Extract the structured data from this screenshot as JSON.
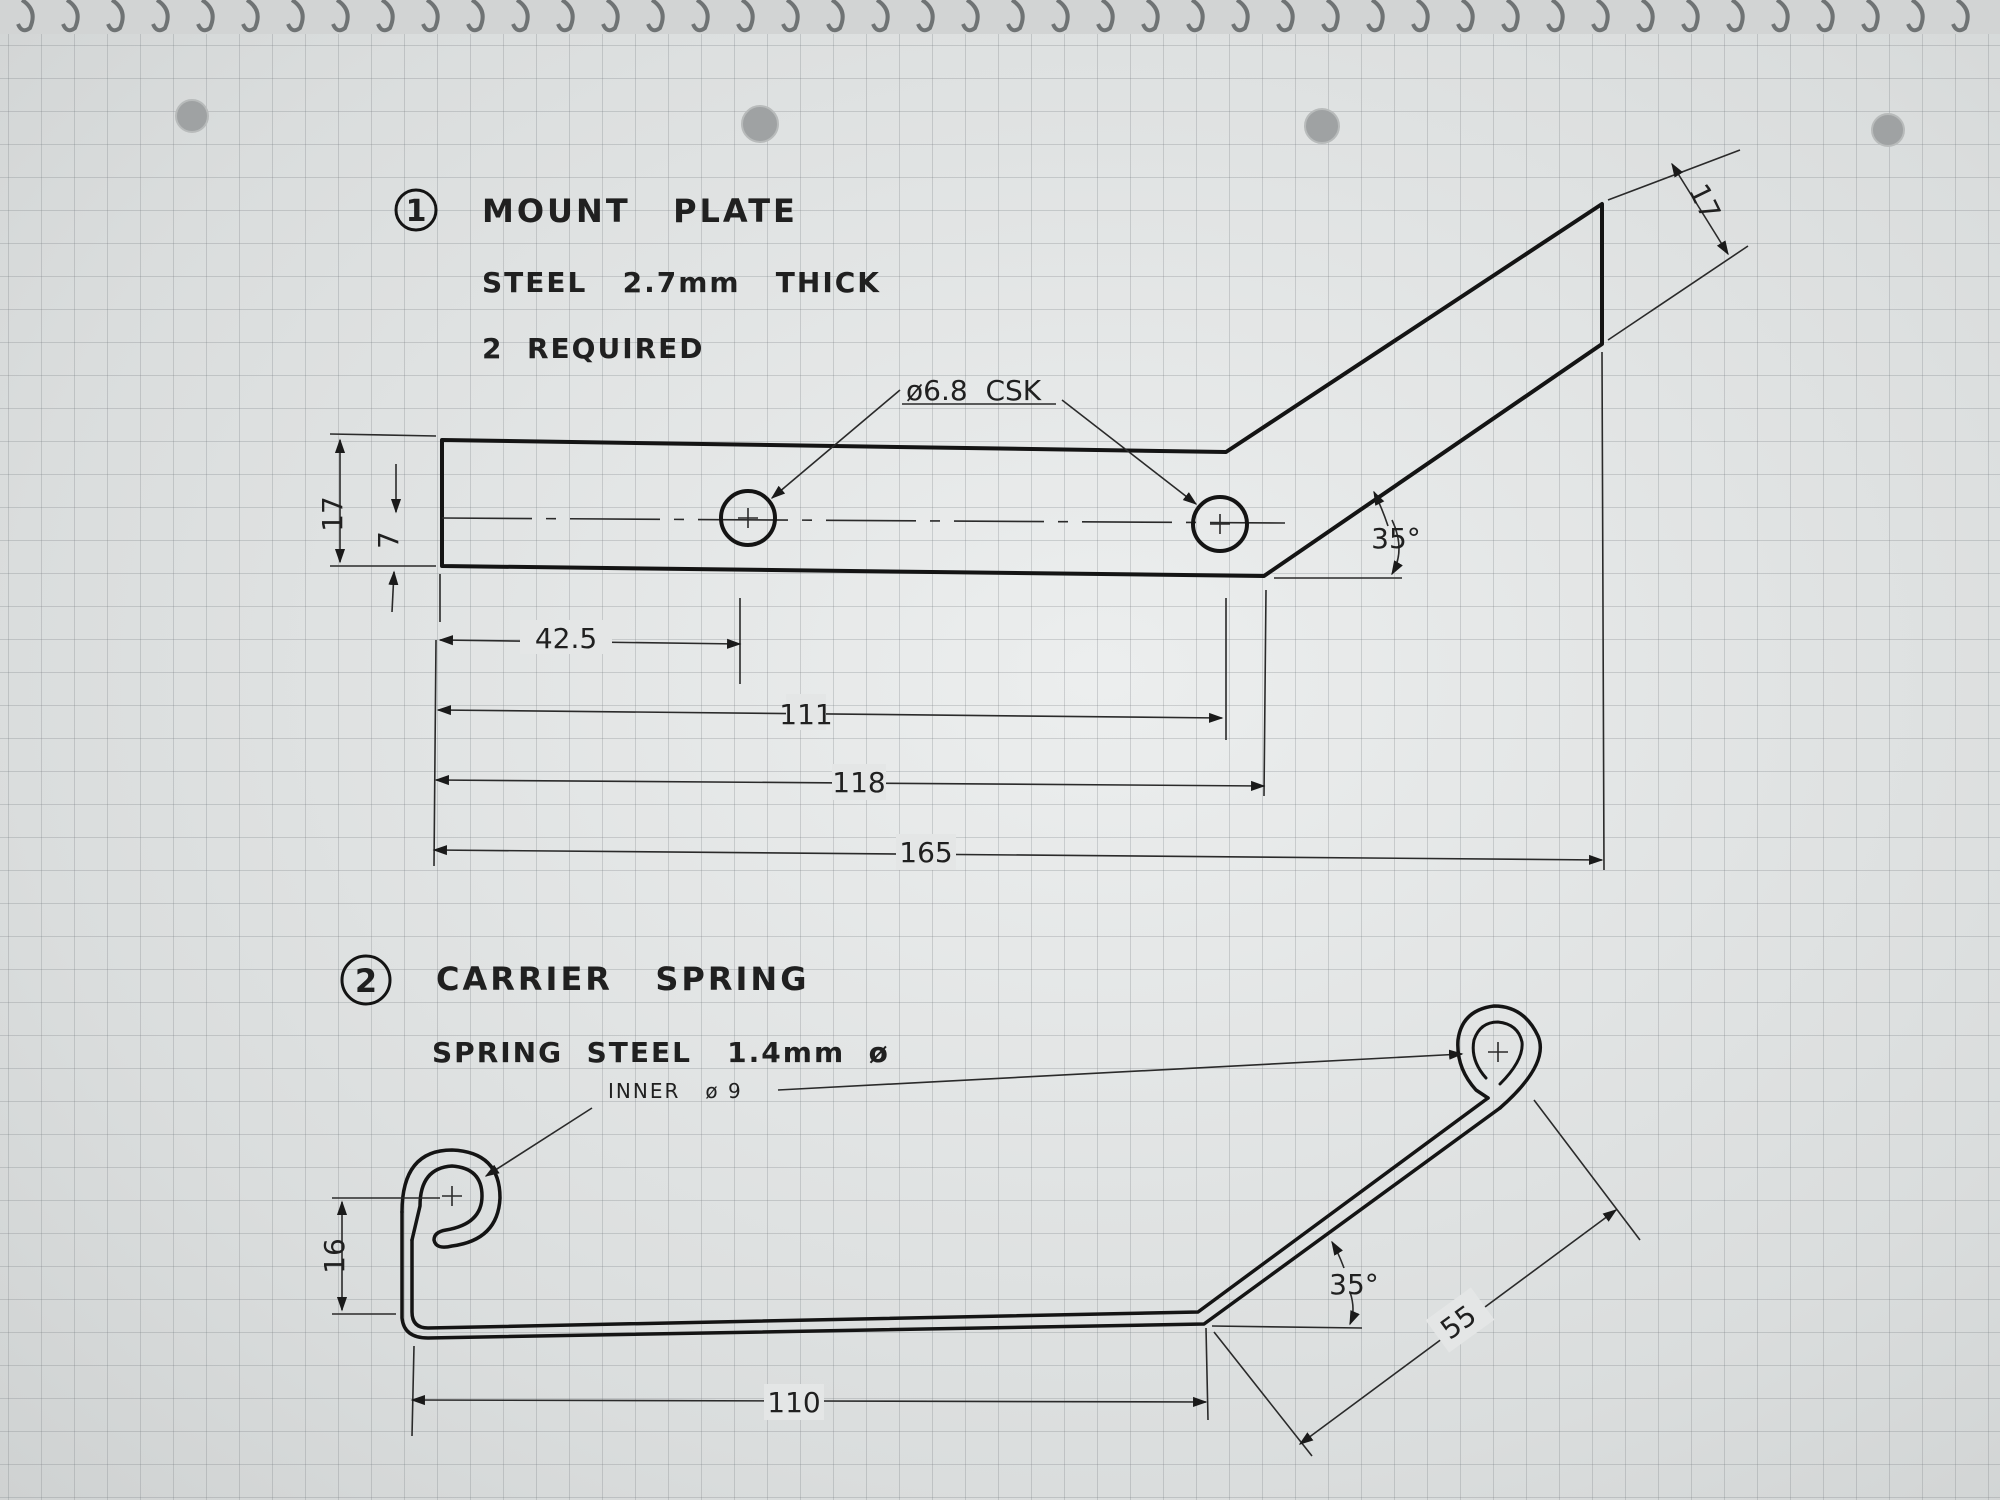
{
  "part1": {
    "number": "1",
    "title": "MOUNT   PLATE",
    "material": "STEEL   2.7mm   THICK",
    "quantity": "2  REQUIRED",
    "hole_label": "ø6.8  CSK",
    "dims": {
      "height": "17",
      "hole_offset": "7",
      "hole1": "42.5",
      "hole2": "111",
      "bend": "118",
      "overall": "165",
      "tab_width": "17",
      "angle": "35°"
    }
  },
  "part2": {
    "number": "2",
    "title": "CARRIER   SPRING",
    "material": "SPRING  STEEL   1.4mm  ø",
    "eye_label": "INNER   ø 9",
    "dims": {
      "height": "16",
      "length": "110",
      "angle": "35°",
      "arm": "55"
    }
  },
  "colors": {
    "paper": "#e4e6e6",
    "grid": "#8a9096",
    "ink": "#141414"
  }
}
